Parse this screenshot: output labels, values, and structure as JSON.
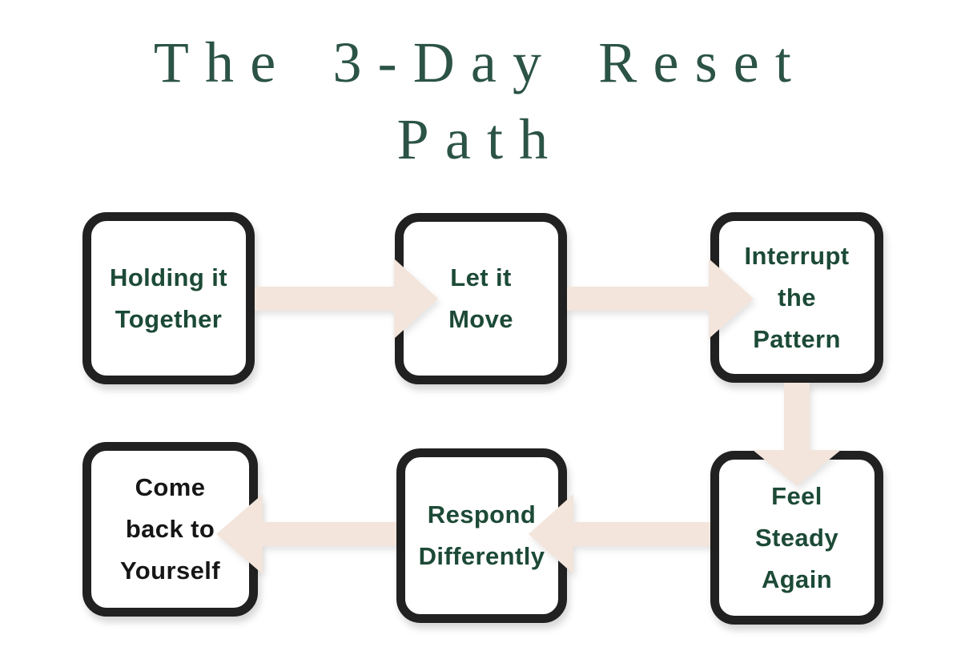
{
  "title": {
    "line1": "The 3-Day Reset",
    "line2": "Path"
  },
  "colors": {
    "background": "#ffffff",
    "title_green": "#2b5346",
    "box_text_green": "#1c4a37",
    "box_text_black": "#161616",
    "box_border": "#212121",
    "box_fill": "#ffffff",
    "arrow_beige": "#f3e5db"
  },
  "diagram": {
    "nodes": [
      {
        "id": "holding-it-together",
        "lines": [
          "Holding it",
          "Together"
        ],
        "text_color": "green"
      },
      {
        "id": "let-it-move",
        "lines": [
          "Let it",
          "Move"
        ],
        "text_color": "green"
      },
      {
        "id": "interrupt-the-pattern",
        "lines": [
          "Interrupt",
          "the",
          "Pattern"
        ],
        "text_color": "green"
      },
      {
        "id": "feel-steady-again",
        "lines": [
          "Feel",
          "Steady",
          "Again"
        ],
        "text_color": "green"
      },
      {
        "id": "respond-differently",
        "lines": [
          "Respond",
          "Differently"
        ],
        "text_color": "green"
      },
      {
        "id": "come-back-to-yourself",
        "lines": [
          "Come",
          "back to",
          "Yourself"
        ],
        "text_color": "black"
      }
    ],
    "arrows": [
      {
        "from": "holding-it-together",
        "to": "let-it-move",
        "direction": "right"
      },
      {
        "from": "let-it-move",
        "to": "interrupt-the-pattern",
        "direction": "right"
      },
      {
        "from": "interrupt-the-pattern",
        "to": "feel-steady-again",
        "direction": "down"
      },
      {
        "from": "feel-steady-again",
        "to": "respond-differently",
        "direction": "left"
      },
      {
        "from": "respond-differently",
        "to": "come-back-to-yourself",
        "direction": "left"
      }
    ]
  }
}
